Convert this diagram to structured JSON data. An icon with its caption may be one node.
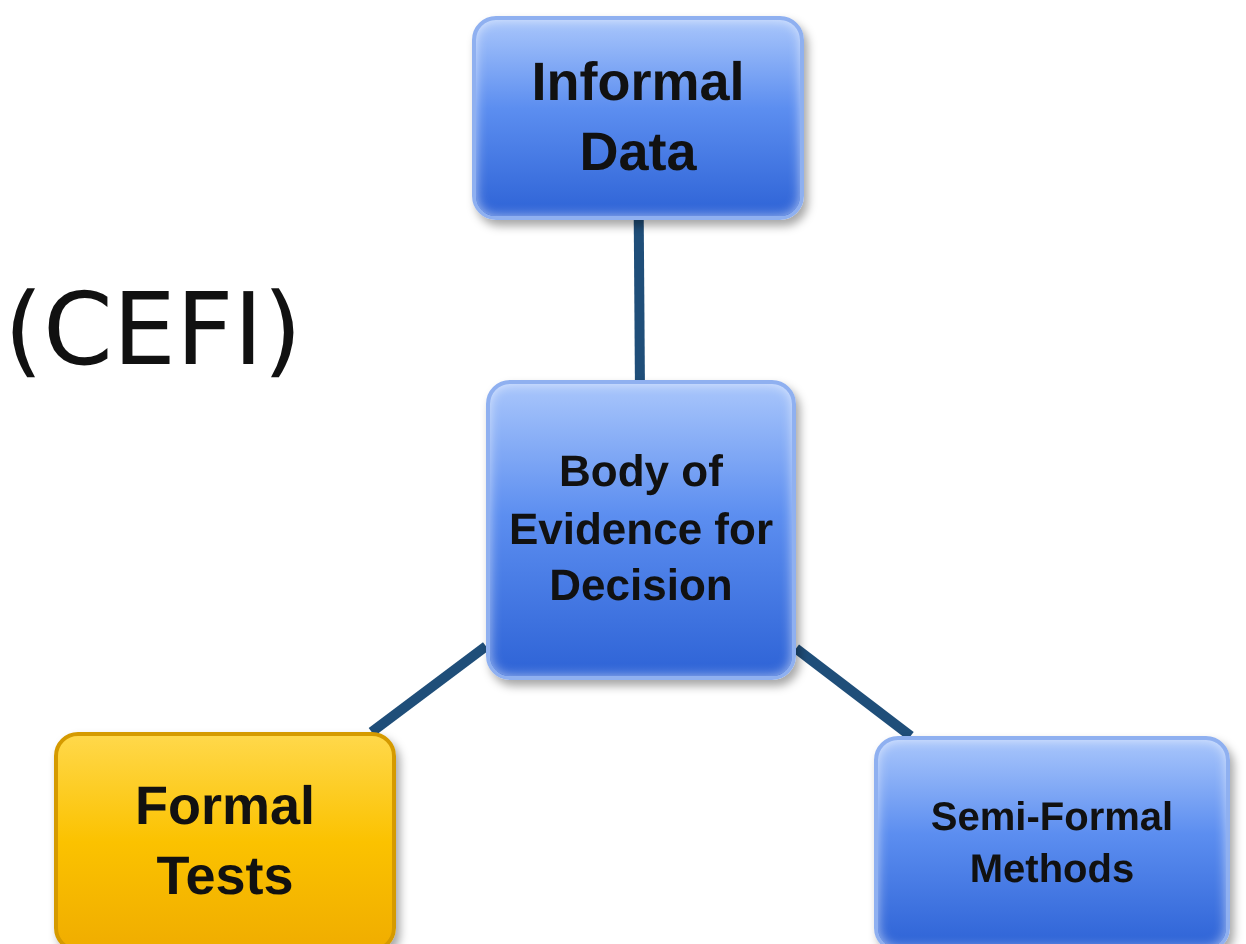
{
  "diagram": {
    "nodes": [
      {
        "text": [
          "Informal Data"
        ]
      },
      {
        "text": [
          "Body of Evidence for Decision"
        ]
      },
      {
        "text": [
          "Formal Tests"
        ]
      },
      {
        "text": [
          "Semi-Formal Methods"
        ]
      }
    ],
    "edges": [
      {
        "from": 0,
        "to": 1,
        "arrow": "none"
      },
      {
        "from": 1,
        "to": 2,
        "arrow": "none"
      },
      {
        "from": 1,
        "to": 3,
        "arrow": "none"
      }
    ],
    "labels": [
      "(CEFI)"
    ]
  }
}
